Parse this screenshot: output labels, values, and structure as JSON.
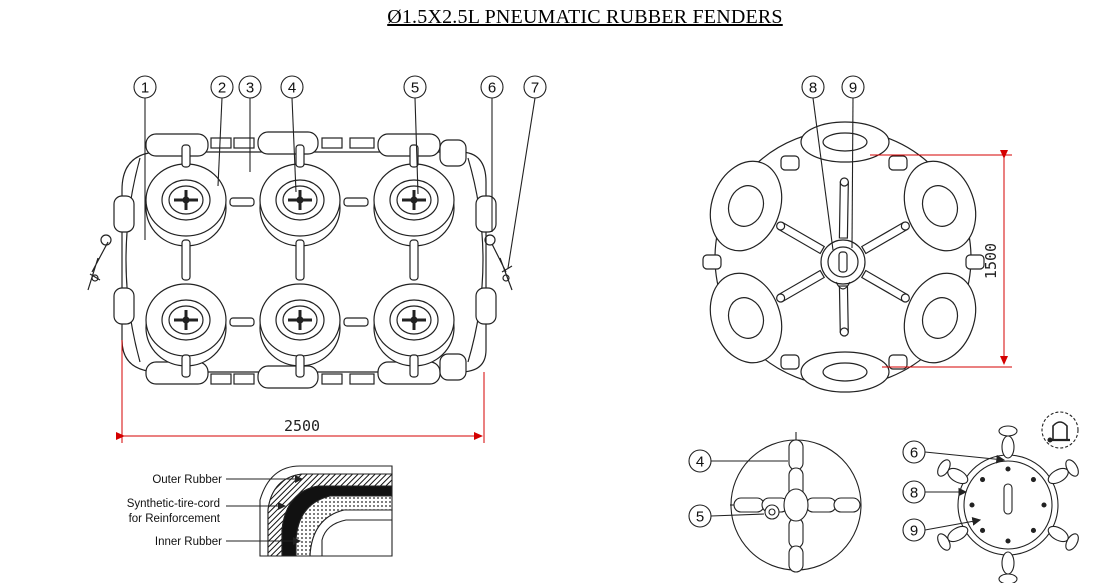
{
  "title": "Ø1.5X2.5L PNEUMATIC RUBBER FENDERS",
  "balloons": {
    "b1": "1",
    "b2": "2",
    "b3": "3",
    "b4": "4",
    "b5": "5",
    "b6": "6",
    "b7": "7",
    "b8": "8",
    "b9": "9",
    "d4": "4",
    "d5": "5",
    "d6": "6",
    "d8": "8",
    "d9": "9"
  },
  "dimensions": {
    "length": "2500",
    "diameter": "1500"
  },
  "layers": {
    "outer": "Outer Rubber",
    "cord_line1": "Synthetic-tire-cord",
    "cord_line2": "for Reinforcement",
    "inner": "Inner Rubber"
  },
  "colors": {
    "line": "#222222",
    "dimension": "#d40000",
    "cord_fill": "#111111"
  }
}
